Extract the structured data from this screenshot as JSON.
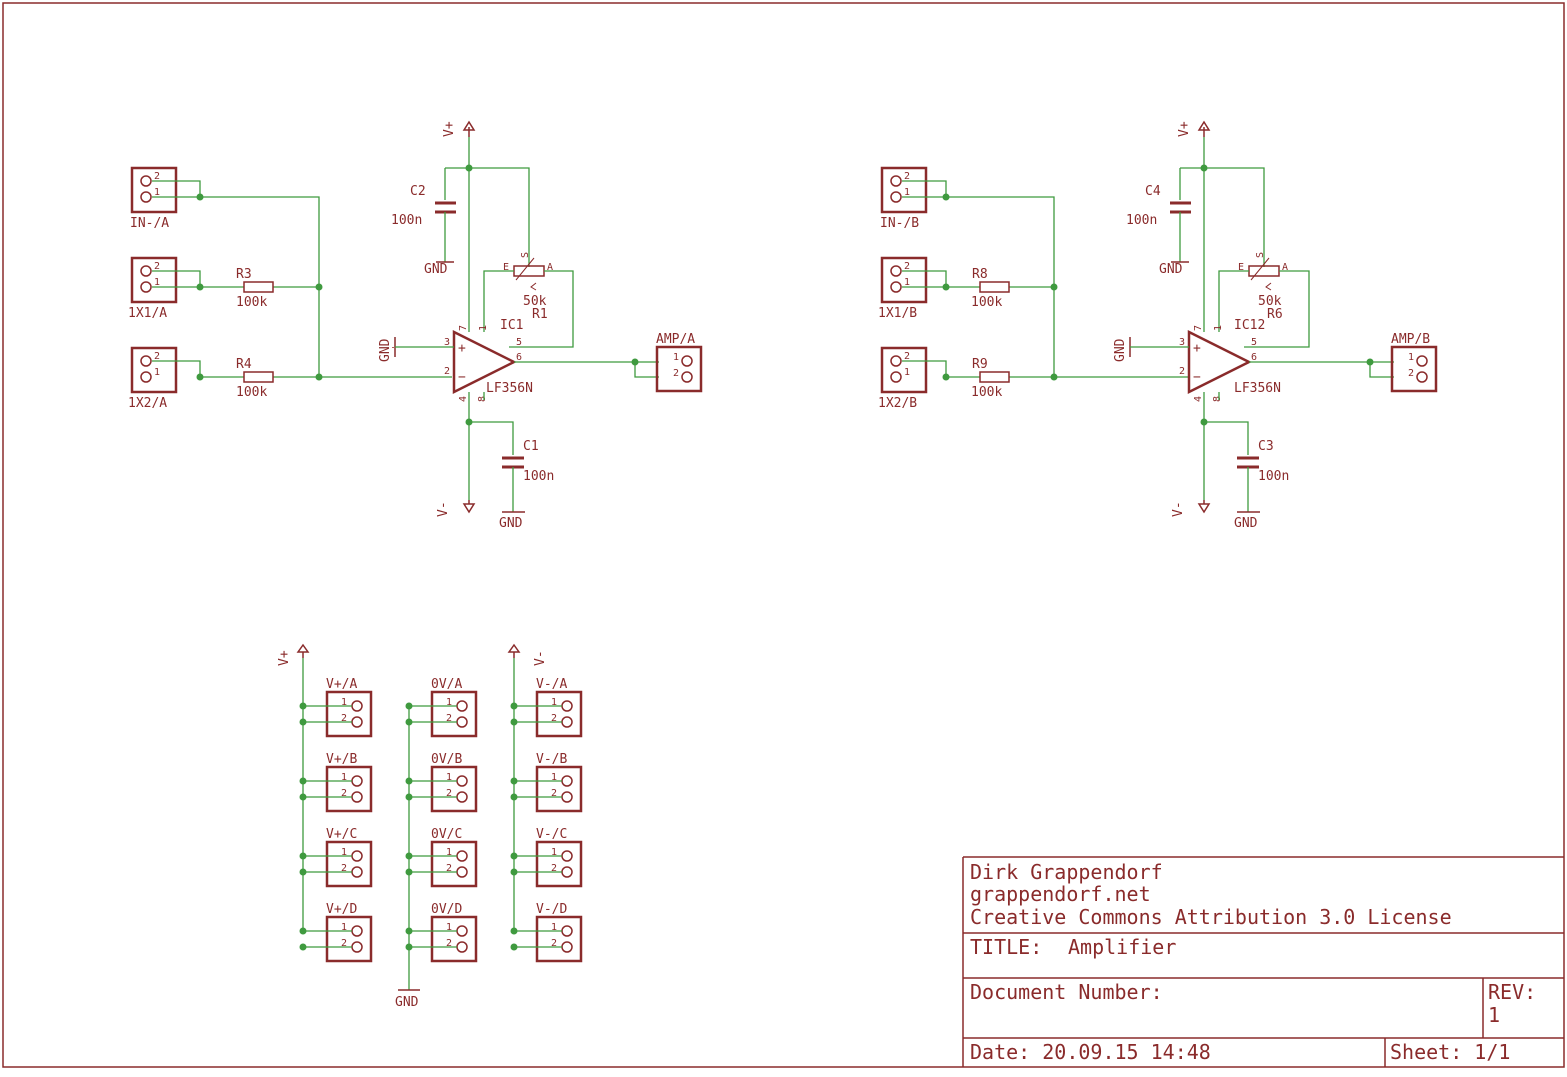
{
  "amp_a": {
    "in_minus": "IN-/A",
    "in_1x1": "1X1/A",
    "in_1x2": "1X2/A",
    "r_in1_name": "R3",
    "r_in1_value": "100k",
    "r_in2_name": "R4",
    "r_in2_value": "100k",
    "c_top_name": "C2",
    "c_top_value": "100n",
    "c_top_gnd": "GND",
    "c_bot_name": "C1",
    "c_bot_value": "100n",
    "c_bot_gnd": "GND",
    "pot_name": "R1",
    "pot_value": "50k",
    "ic_name": "IC1",
    "ic_value": "LF356N",
    "out": "AMP/A",
    "vplus": "V+",
    "vminus": "V-",
    "gnd": "GND"
  },
  "amp_b": {
    "in_minus": "IN-/B",
    "in_1x1": "1X1/B",
    "in_1x2": "1X2/B",
    "r_in1_name": "R8",
    "r_in1_value": "100k",
    "r_in2_name": "R9",
    "r_in2_value": "100k",
    "c_top_name": "C4",
    "c_top_value": "100n",
    "c_top_gnd": "GND",
    "c_bot_name": "C3",
    "c_bot_value": "100n",
    "c_bot_gnd": "GND",
    "pot_name": "R6",
    "pot_value": "50k",
    "ic_name": "IC12",
    "ic_value": "LF356N",
    "out": "AMP/B",
    "vplus": "V+",
    "vminus": "V-",
    "gnd": "GND"
  },
  "pins": {
    "one": "1",
    "two": "2",
    "three": "3",
    "four": "4",
    "five": "5",
    "six": "6",
    "seven": "7",
    "eight": "8",
    "plus": "+",
    "minus": "−",
    "e": "E",
    "a": "A",
    "s": "S"
  },
  "power": {
    "vplus": "V+",
    "vminus": "V-",
    "gnd": "GND",
    "vplus_conn": [
      "V+/A",
      "V+/B",
      "V+/C",
      "V+/D"
    ],
    "zero_conn": [
      "0V/A",
      "0V/B",
      "0V/C",
      "0V/D"
    ],
    "vminus_conn": [
      "V-/A",
      "V-/B",
      "V-/C",
      "V-/D"
    ]
  },
  "title_block": {
    "author": "Dirk Grappendorf",
    "site": "grappendorf.net",
    "license": "Creative Commons Attribution 3.0 License",
    "title_label": "TITLE:",
    "title": "Amplifier",
    "doc_label": "Document Number:",
    "rev_label": "REV:",
    "rev": "1",
    "date": "Date: 20.09.15 14:48",
    "sheet": "Sheet: 1/1"
  },
  "colors": {
    "part": "#8a2b2b",
    "wire": "#3f9a3f"
  }
}
